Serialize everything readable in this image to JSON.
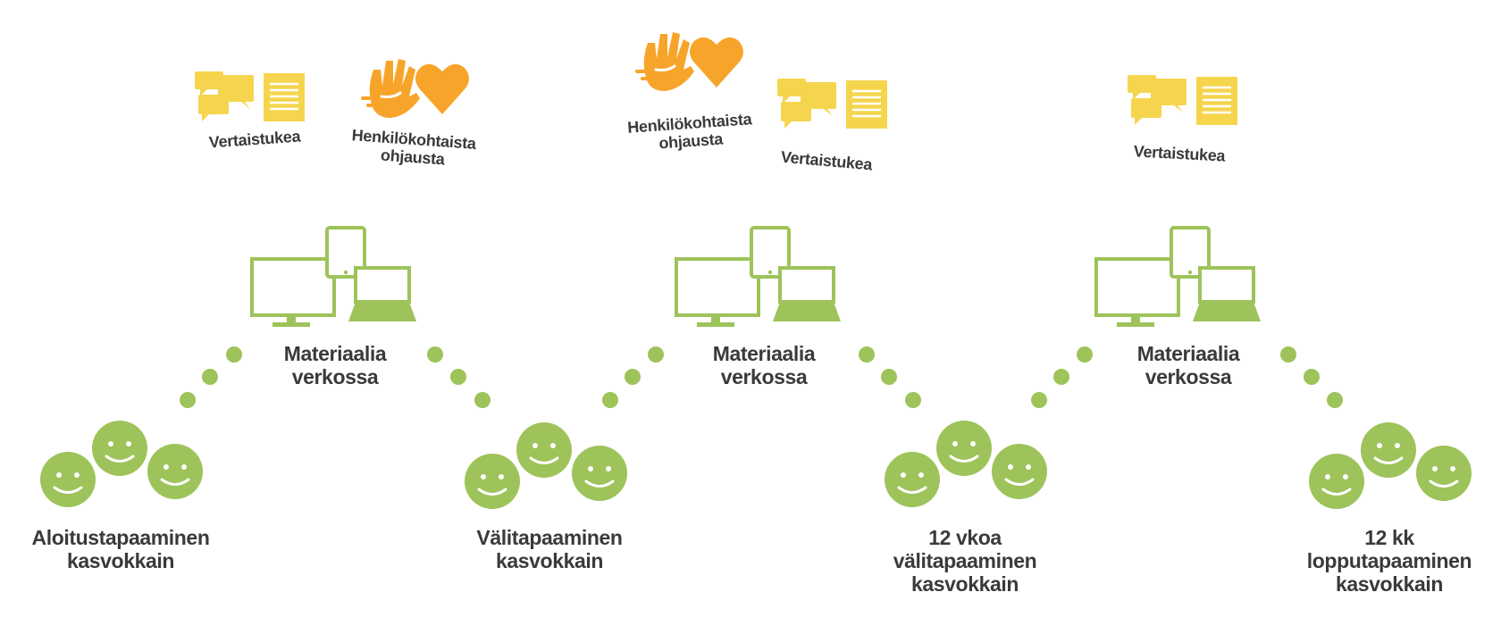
{
  "colors": {
    "green": "#9dc35a",
    "yellow": "#f5d54e",
    "orange": "#f7a52a",
    "text": "#3a3a3a"
  },
  "stages": [
    {
      "lines": [
        "Aloitustapaaminen",
        "kasvokkain"
      ]
    },
    {
      "lines": [
        "Välitapaaminen",
        "kasvokkain"
      ]
    },
    {
      "lines": [
        "12 vkoa",
        "välitapaaminen",
        "kasvokkain"
      ]
    },
    {
      "lines": [
        "12 kk",
        "lopputapaaminen",
        "kasvokkain"
      ]
    }
  ],
  "online": [
    {
      "lines": [
        "Materiaalia",
        "verkossa"
      ]
    },
    {
      "lines": [
        "Materiaalia",
        "verkossa"
      ]
    },
    {
      "lines": [
        "Materiaalia",
        "verkossa"
      ]
    }
  ],
  "supports": [
    {
      "type": "peer",
      "lines": [
        "Vertaistukea"
      ],
      "icon": "speech-bubbles-document-icon"
    },
    {
      "type": "personal",
      "lines": [
        "Henkilökohtaista",
        "ohjausta"
      ],
      "icon": "hand-heart-icon"
    },
    {
      "type": "personal",
      "lines": [
        "Henkilökohtaista",
        "ohjausta"
      ],
      "icon": "hand-heart-icon"
    },
    {
      "type": "peer",
      "lines": [
        "Vertaistukea"
      ],
      "icon": "speech-bubbles-document-icon"
    },
    {
      "type": "peer",
      "lines": [
        "Vertaistukea"
      ],
      "icon": "speech-bubbles-document-icon"
    }
  ]
}
